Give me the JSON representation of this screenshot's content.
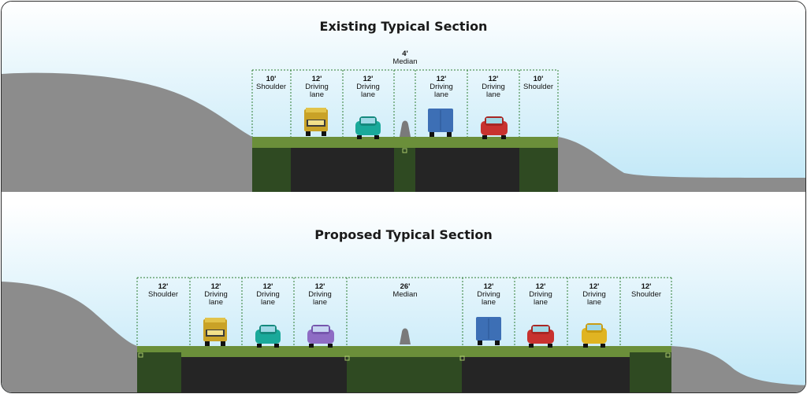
{
  "existing": {
    "title": "Existing Typical Section",
    "median": {
      "width": "4'",
      "label": "Median"
    },
    "segments": [
      {
        "width": "10'",
        "label": "Shoulder"
      },
      {
        "width": "12'",
        "label": "Driving lane"
      },
      {
        "width": "12'",
        "label": "Driving lane"
      },
      {
        "width": "12'",
        "label": "Driving lane"
      },
      {
        "width": "12'",
        "label": "Driving lane"
      },
      {
        "width": "10'",
        "label": "Shoulder"
      }
    ]
  },
  "proposed": {
    "title": "Proposed Typical Section",
    "segments": [
      {
        "width": "12'",
        "label": "Shoulder"
      },
      {
        "width": "12'",
        "label": "Driving lane"
      },
      {
        "width": "12'",
        "label": "Driving lane"
      },
      {
        "width": "12'",
        "label": "Driving lane"
      },
      {
        "width": "26'",
        "label": "Median"
      },
      {
        "width": "12'",
        "label": "Driving lane"
      },
      {
        "width": "12'",
        "label": "Driving lane"
      },
      {
        "width": "12'",
        "label": "Driving lane"
      },
      {
        "width": "12'",
        "label": "Shoulder"
      }
    ]
  },
  "colors": {
    "sky": "#bfe7f7",
    "hill": "#8c8c8c",
    "grass": "#6b8f3a",
    "darkgreen": "#2f4a22",
    "pavement": "#252525",
    "dim": "#2e7d32"
  },
  "vehicles": {
    "existing": [
      "truck-yellow",
      "car-teal",
      "barrier-gray",
      "truck-blue",
      "car-red"
    ],
    "proposed": [
      "truck-yellow",
      "car-teal",
      "car-purple",
      "barrier-gray",
      "truck-blue",
      "car-red",
      "car-yellow"
    ]
  }
}
